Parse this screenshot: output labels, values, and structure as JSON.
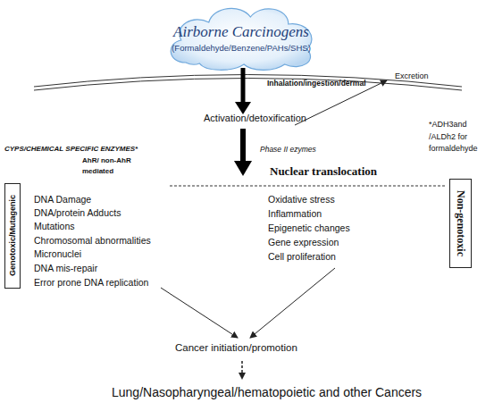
{
  "diagram": {
    "nodes": [
      {
        "text": [
          "Airborne Carcinogens",
          "(Formaldehyde/Benzene/PAHs/SHS)"
        ]
      },
      {
        "text": [
          "Genotoxic/Mutagenic"
        ]
      },
      {
        "text": [
          "Non-genotoxic"
        ]
      }
    ],
    "labels": [
      "Inhalation/ingestion/dermal",
      "Excretion",
      "Activation/detoxification",
      "*ADH3and /ALDh2 for formaldehyde",
      "CYPS/CHEMICAL SPECIFIC ENZYMES*",
      "Phase II ezymes",
      "AhR/ non-AhR mediated",
      "Nuclear translocation",
      "DNA Damage",
      "DNA/protein Adducts",
      "Mutations",
      "Chromosomal abnormalities",
      "Micronuclei",
      "DNA mis-repair",
      "Error prone DNA replication",
      "Oxidative stress",
      "Inflammation",
      "Epigenetic changes",
      "Gene expression",
      "Cell proliferation",
      "Cancer initiation/promotion",
      "Lung/Nasopharyngeal/hematopoietic and other Cancers"
    ]
  }
}
